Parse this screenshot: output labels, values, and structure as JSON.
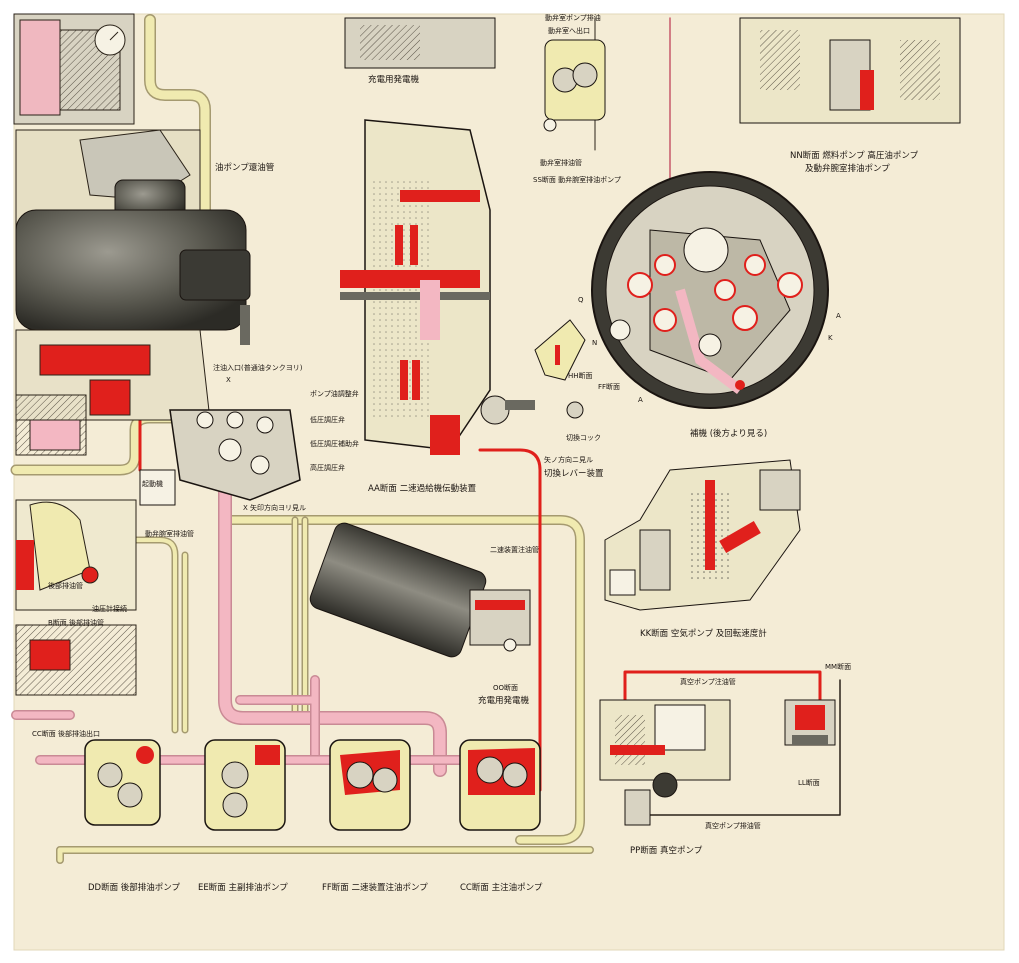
{
  "colors": {
    "paper": "#f4ecd6",
    "pressure_oil": "#e0201c",
    "return_oil": "#f3b7c2",
    "scavenge_oil": "#f0eab0",
    "line": "#2a2218",
    "metal": "#5b5a52",
    "casing": "#ece6c8"
  },
  "labels": {
    "gen_top": "充電用発電機",
    "pump_return_pipe": "油ポンプ還油管",
    "scavenge_top": "動弁室ポンプ排油",
    "scavenge_top2": "動弁室へ出口",
    "ss_scavenge_pipe": "動弁室排油管",
    "ss_section": "SS断面 動弁腕室排油ポンプ",
    "nn_section_1": "NN断面 燃料ポンプ 高圧油ポンプ",
    "nn_section_2": "及動弁腕室排油ポンプ",
    "hh_section": "HH断面",
    "ff_section": "FF断面",
    "q_mark": "Q",
    "n_mark": "N",
    "a_mark": "A",
    "k_mark": "K",
    "a_mark2": "A",
    "accessory_gear": "補機 (後方より見る)",
    "selector_switch": "切換コック",
    "lever_arrow_note": "矢ノ方向ニ見ル",
    "shift_lever": "切換レバー装置",
    "oil_inlet": "注油入口(普通油タンクヨリ)",
    "x_mark": "X",
    "x_note": "X 矢印方向ヨリ見ル",
    "relief_valve": "ポンプ油調整弁",
    "low_pressure": "低圧調圧弁",
    "low_pressure_aux": "低圧調圧補助弁",
    "high_pressure": "高圧調圧弁",
    "aa_section": "AA断面 二速過給機伝動装置",
    "starter": "起動機 ",
    "drive_scavenge": "動弁腕室排油管",
    "two_speed_pipe": "二速装置注油管",
    "rear_scavenge": "後部排油管",
    "pressure_out": "油圧計接続",
    "oo_section": "OO断面",
    "generator": "充電用発電機",
    "kk_section": "KK断面 空気ポンプ 及回転速度計",
    "mm_section": "MM断面",
    "vacuum_oil_pipe": "真空ポンプ注油管",
    "ll_section": "LL断面",
    "vacuum_drain": "真空ポンプ排油管",
    "pp_section": "PP断面 真空ポンプ",
    "b_section": "B断面 後部排油管",
    "cc_scavenge_outlet": "CC断面 後部排油出口",
    "dd_section": "DD断面 後部排油ポンプ",
    "ee_section": "EE断面 主副排油ポンプ",
    "ff_two_speed": "FF断面 二速装置注油ポンプ",
    "cc_main_oil": "CC断面 主注油ポンプ"
  }
}
